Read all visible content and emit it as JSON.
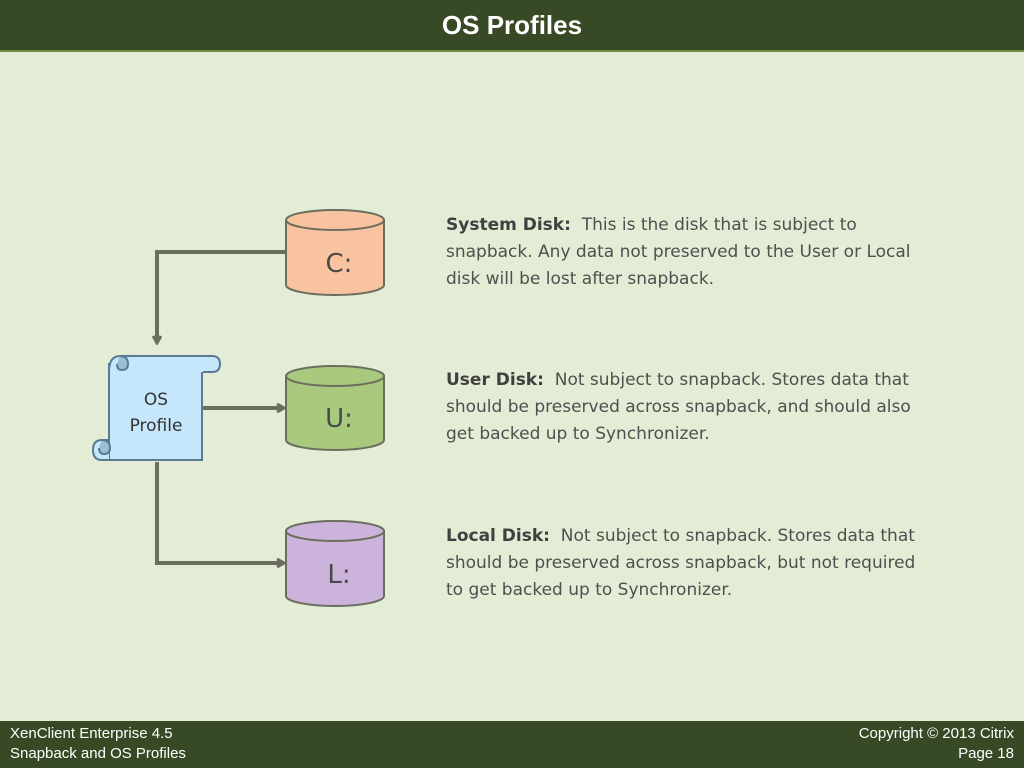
{
  "header": {
    "title": "OS Profiles"
  },
  "diagram": {
    "os_profile": {
      "line1": "OS",
      "line2": "Profile"
    },
    "disks": [
      {
        "label": "C:",
        "title": "System Disk:",
        "text": "This is the disk that is subject to snapback.  Any data not preserved to the User or Local disk will be lost after snapback.",
        "color": "#f9c3a0"
      },
      {
        "label": "U:",
        "title": "User Disk:",
        "text": "Not subject to snapback.  Stores data that should be preserved across snapback, and should also get backed up to Synchronizer.",
        "color": "#a9c97e"
      },
      {
        "label": "L:",
        "title": "Local Disk:",
        "text": "Not subject to snapback.  Stores data that should be preserved across snapback, but not required to get backed up to Synchronizer.",
        "color": "#cbb3dc"
      }
    ]
  },
  "footer": {
    "product": "XenClient Enterprise 4.5",
    "section": "Snapback and OS Profiles",
    "copyright": "Copyright © 2013 Citrix",
    "page": "Page 18"
  }
}
